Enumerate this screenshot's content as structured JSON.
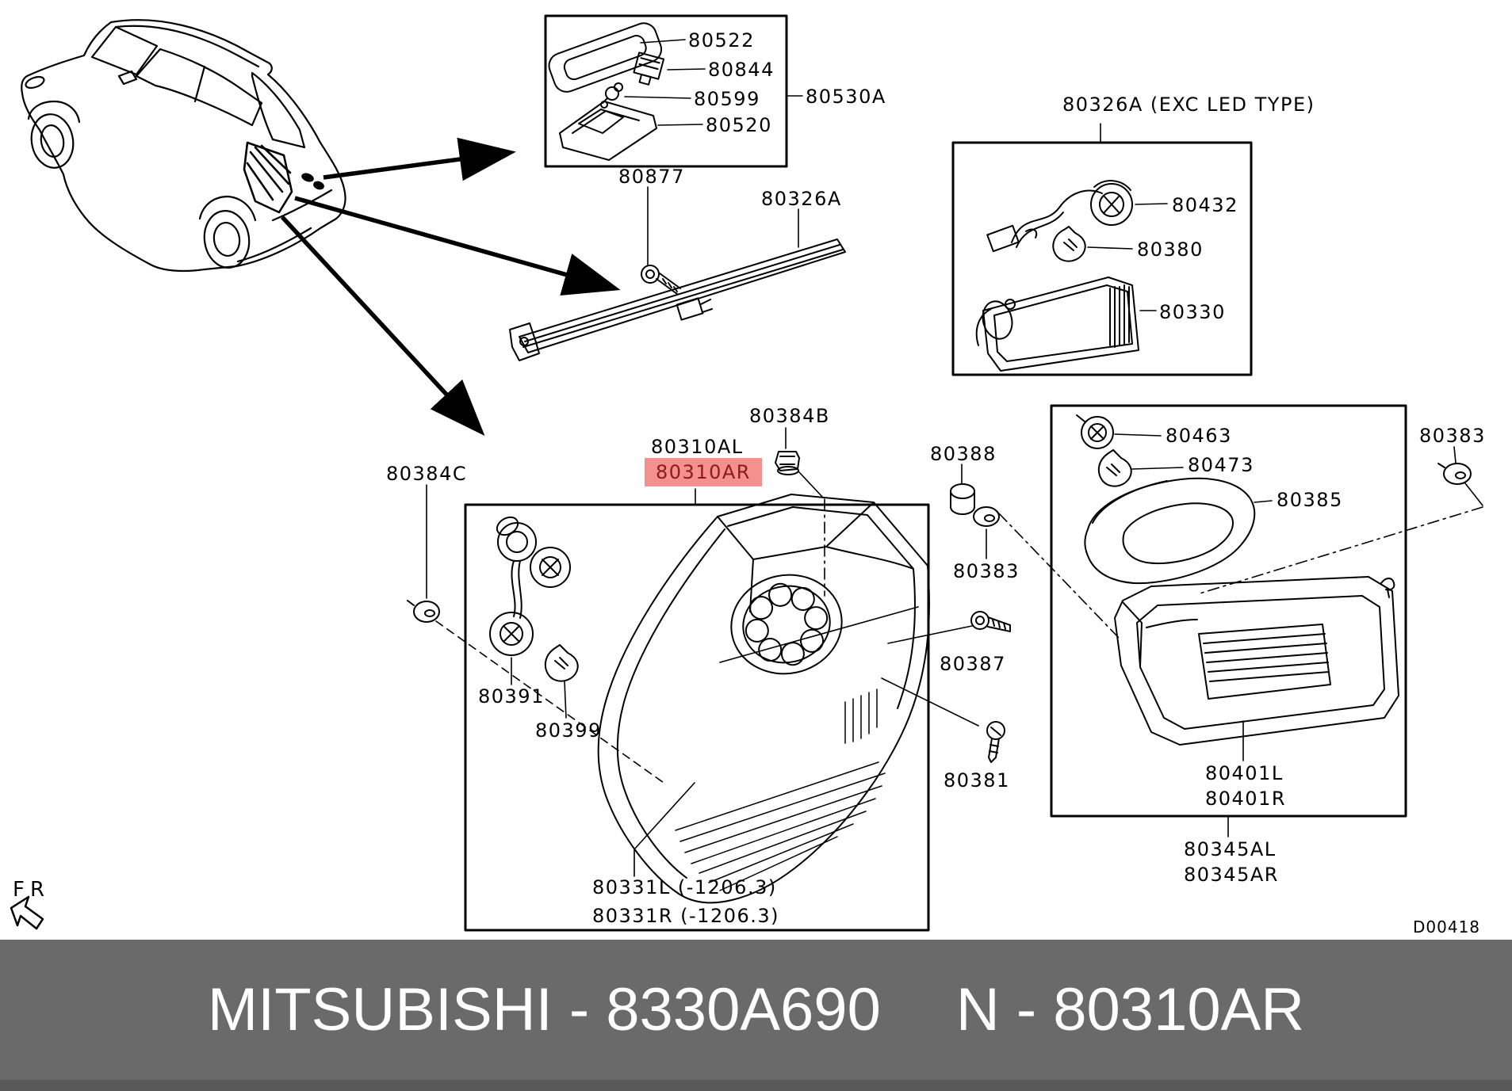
{
  "banner": {
    "brand_part": "MITSUBISHI - 8330A690",
    "ref": "N - 80310AR"
  },
  "drawing_code": "D00418",
  "orientation_marker": "FR",
  "highlight": {
    "bg": "#F4908E",
    "fg": "#8E1B1B"
  },
  "part_labels": [
    {
      "text": "80522"
    },
    {
      "text": "80844"
    },
    {
      "text": "80599"
    },
    {
      "text": "80520"
    },
    {
      "text": "80530A"
    },
    {
      "text": "80326A (EXC LED TYPE)"
    },
    {
      "text": "80877"
    },
    {
      "text": "80326A"
    },
    {
      "text": "80432"
    },
    {
      "text": "80380"
    },
    {
      "text": "80330"
    },
    {
      "text": "80384B"
    },
    {
      "text": "80310AL"
    },
    {
      "text": "80310AR"
    },
    {
      "text": "80384C"
    },
    {
      "text": "80388"
    },
    {
      "text": "80383"
    },
    {
      "text": "80387"
    },
    {
      "text": "80381"
    },
    {
      "text": "80391"
    },
    {
      "text": "80399"
    },
    {
      "text": "80331L (-1206.3)"
    },
    {
      "text": "80331R (-1206.3)"
    },
    {
      "text": "80463"
    },
    {
      "text": "80473"
    },
    {
      "text": "80385"
    },
    {
      "text": "80383"
    },
    {
      "text": "80401L"
    },
    {
      "text": "80401R"
    },
    {
      "text": "80345AL"
    },
    {
      "text": "80345AR"
    }
  ]
}
